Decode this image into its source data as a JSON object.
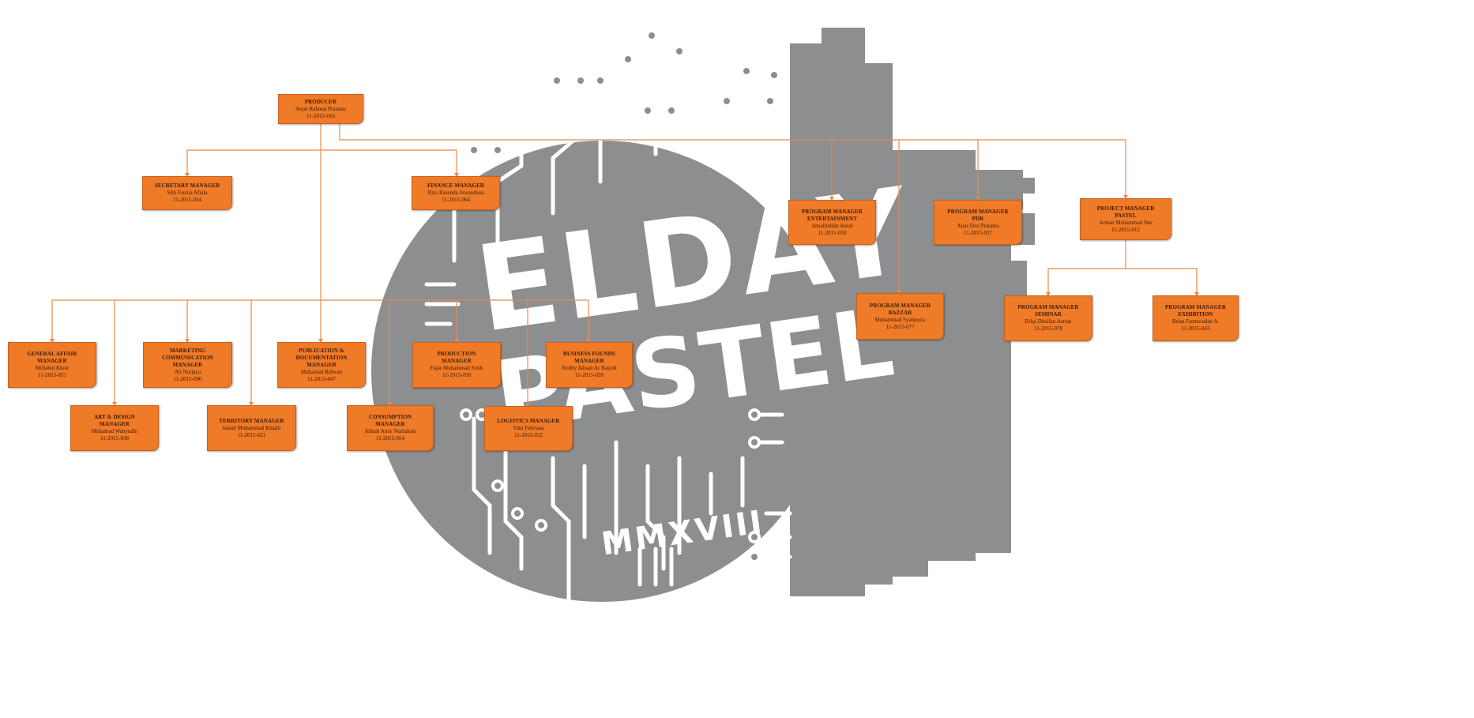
{
  "logo": {
    "line1": "ELDAY",
    "line2": "PASTEL",
    "year": "MMXVIII"
  },
  "colors": {
    "node_fill": "#ef7a27",
    "line": "#ef7a27",
    "logo_gray": "#8d8e90"
  },
  "nodes": {
    "producer": {
      "title": "PRODUCER",
      "name": "Anjar Rahmat Pratama",
      "id": "11-2015-016"
    },
    "secretary": {
      "title": "SECRETARY MANAGER",
      "name": "Sitti Fauzia Afiala",
      "id": "11-2015-034"
    },
    "finance": {
      "title": "FINANCE MANAGER",
      "name": "Riza Rasenda Juwandana",
      "id": "11-2015-064"
    },
    "pm_entertainment": {
      "title": "PROGRAM MANAGER\nENTERTAINMENT",
      "name": "Jamalluddin Jenial",
      "id": "11-2015-059"
    },
    "pm_pdr": {
      "title": "PROGRAM MANAGER\nPDR",
      "name": "Alias Dwi Pratama",
      "id": "11-2015-037"
    },
    "pm_pastel": {
      "title": "PROJECT MANAGER\nPASTEL",
      "name": "Arman Muhammad Nur",
      "id": "11-2015-012"
    },
    "pm_bazzar": {
      "title": "PROGRAM MANAGER\nBAZZAR",
      "name": "Muhammad Syahputra",
      "id": "11-2015-077"
    },
    "pm_seminar": {
      "title": "PROGRAM MANAGER\nSEMINAR",
      "name": "Rifqi Dhaifan Azrian",
      "id": "11-2015-078"
    },
    "pm_exhibition": {
      "title": "PROGRAM MANAGER\nEXHIBITION",
      "name": "Brian Farmoradan A.",
      "id": "11-2015-043"
    },
    "general_affair": {
      "title": "GENERAL AFFAIR\nMANAGER",
      "name": "Miftahul Khoir",
      "id": "11-2015-051"
    },
    "marketing": {
      "title": "MARKETING\nCOMMUNICATION\nMANAGER",
      "name": "Ali Nurjaya",
      "id": "11-2015-090"
    },
    "publication": {
      "title": "PUBLICATION &\nDOCUMENTATION\nMANAGER",
      "name": "Muhamad Ridwan",
      "id": "11-2015-047"
    },
    "production": {
      "title": "PRODUCTION\nMANAGER",
      "name": "Fajar Muhammad Solih",
      "id": "11-2015-058"
    },
    "business_founds": {
      "title": "BUSINESS FOUNDS\nMANAGER",
      "name": "Robby Ikhsan Ar Rasyid",
      "id": "11-2015-028"
    },
    "art_design": {
      "title": "ART & DESIGN\nMANAGER",
      "name": "Muhamad Wahyudin",
      "id": "11-2015-038"
    },
    "territory": {
      "title": "TERRITORY MANAGER",
      "name": "Ismail Muhammad Khadir",
      "id": "11-2015-021"
    },
    "consumption": {
      "title": "CONSUMPTION\nMANAGER",
      "name": "Aditah Amir Nurhakim",
      "id": "11-2015-054"
    },
    "logistics": {
      "title": "LOGISTICS MANAGER",
      "name": "Yuki Febriana",
      "id": "11-2015-022"
    }
  }
}
